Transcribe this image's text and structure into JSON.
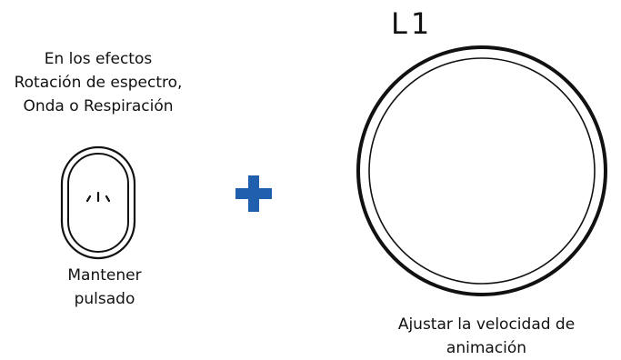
{
  "effects_caption": {
    "line1": "En los efectos",
    "line2": "Rotación de espectro,",
    "line3": "Onda o Respiración"
  },
  "hold_caption": {
    "line1": "Mantener",
    "line2": "pulsado"
  },
  "plus": {
    "icon": "plus-icon",
    "color": "#1f5fae"
  },
  "dial": {
    "label": "L1",
    "icon": "dial-knob"
  },
  "speed_caption": {
    "line1": "Ajustar la velocidad de",
    "line2": "animación"
  },
  "button": {
    "icon": "press-button-icon"
  }
}
